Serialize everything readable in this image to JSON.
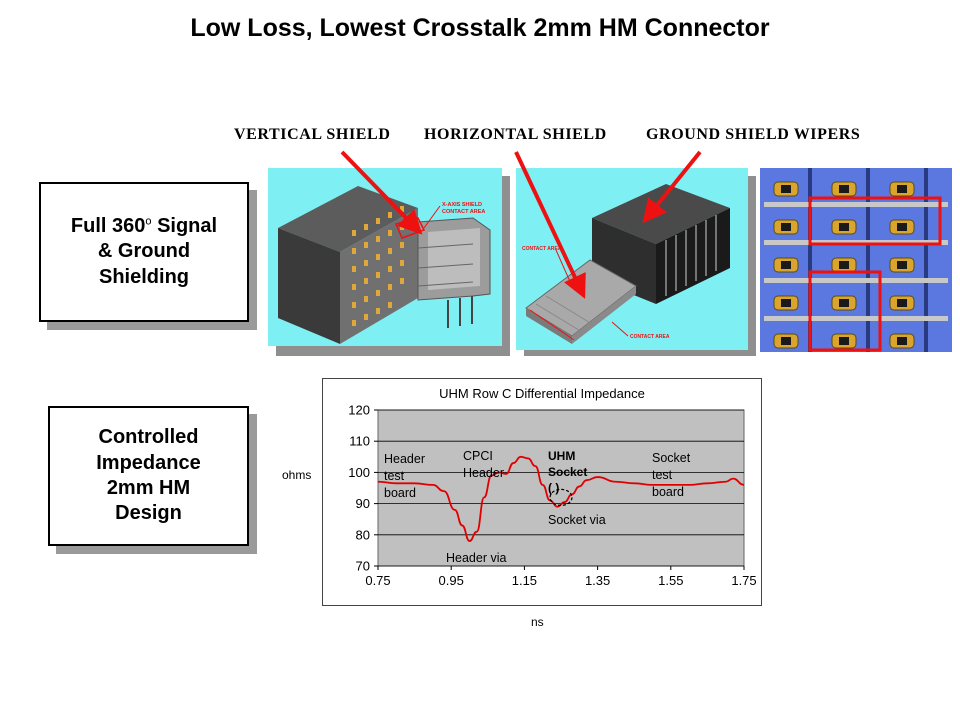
{
  "slide": {
    "title": "Low Loss, Lowest Crosstalk 2mm HM Connector",
    "callouts": [
      "VERTICAL SHIELD",
      "HORIZONTAL SHIELD",
      "GROUND SHIELD  WIPERS"
    ],
    "feature1": {
      "line1_a": "Full 360",
      "line1_sup": "o",
      "line1_b": " Signal",
      "line2": "& Ground",
      "line3": "Shielding"
    },
    "feature2": {
      "line1": "Controlled",
      "line2": "Impedance",
      "line3": "2mm HM",
      "line4": "Design"
    },
    "photo1_labels": {
      "xaxis_area_1": "X-AXIS SHIELD",
      "xaxis_area_2": "CONTACT AREA"
    },
    "photo2_labels": {
      "contact_area_left": "CONTACT AREA",
      "contact_area_right": "CONTACT AREA"
    }
  },
  "colors": {
    "photo_bg": "#7ef0f4",
    "wiper_bg": "#5a78e0",
    "arrow": "#ee1111",
    "plot_bg": "#c0c0c0",
    "series": "#e00000"
  },
  "chart_data": {
    "type": "line",
    "title": "UHM Row C Differential Impedance",
    "xlabel": "ns",
    "ylabel": "ohms",
    "xlim": [
      0.75,
      1.75
    ],
    "ylim": [
      70,
      120
    ],
    "x_ticks": [
      "0.75",
      "0.95",
      "1.15",
      "1.35",
      "1.55",
      "1.75"
    ],
    "y_ticks": [
      "120",
      "110",
      "100",
      "90",
      "80",
      "70"
    ],
    "grid": true,
    "series": [
      {
        "x": [
          0.75,
          0.8,
          0.85,
          0.9,
          0.93,
          0.96,
          0.98,
          1.0,
          1.02,
          1.04,
          1.06,
          1.08,
          1.1,
          1.12,
          1.14,
          1.16,
          1.18,
          1.2,
          1.22,
          1.24,
          1.26,
          1.28,
          1.3,
          1.32,
          1.35,
          1.4,
          1.45,
          1.5,
          1.55,
          1.6,
          1.65,
          1.7,
          1.72,
          1.75
        ],
        "y": [
          97,
          96.5,
          96.5,
          96,
          94,
          88,
          83,
          78,
          81,
          92,
          99,
          100,
          99.5,
          103,
          105,
          104.5,
          102,
          96,
          91,
          89,
          90.5,
          93,
          95.5,
          97.5,
          98.5,
          97,
          96.5,
          96,
          96,
          96,
          96.5,
          97,
          98,
          96
        ]
      }
    ],
    "annotations": {
      "header_test_board": "Header\ntest\nboard",
      "cpci_header": "CPCI\nHeader",
      "uhm_socket": "UHM\nSocket\n(    )",
      "socket_test_board": "Socket\ntest\nboard",
      "header_via": "Header via",
      "socket_via": "Socket via"
    }
  }
}
